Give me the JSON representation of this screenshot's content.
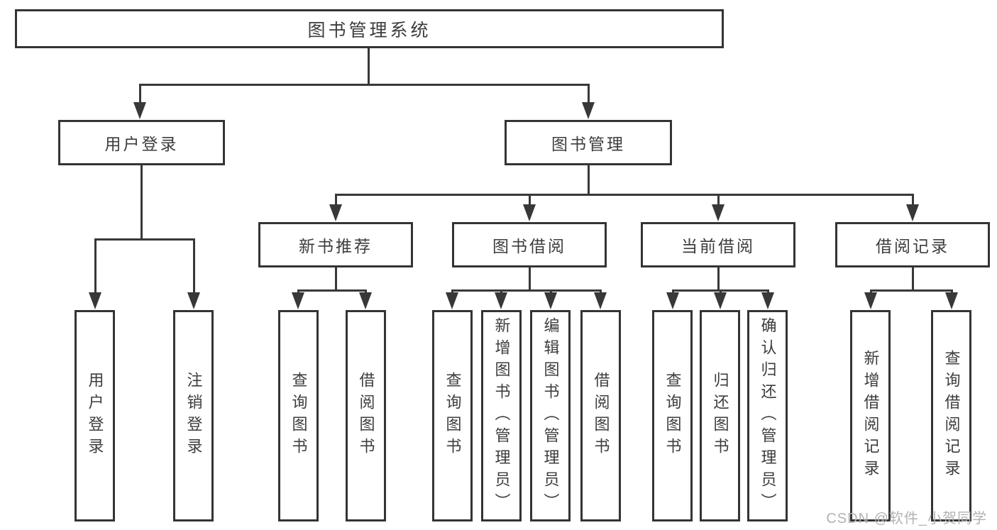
{
  "tree": {
    "label": "图书管理系统",
    "children": [
      {
        "label": "用户登录",
        "children": [
          {
            "label": "用户登录"
          },
          {
            "label": "注销登录"
          }
        ]
      },
      {
        "label": "图书管理",
        "children": [
          {
            "label": "新书推荐",
            "children": [
              {
                "label": "查询图书"
              },
              {
                "label": "借阅图书"
              }
            ]
          },
          {
            "label": "图书借阅",
            "children": [
              {
                "label": "查询图书"
              },
              {
                "label": "新增图书（管理员）"
              },
              {
                "label": "编辑图书（管理员）"
              },
              {
                "label": "借阅图书"
              }
            ]
          },
          {
            "label": "当前借阅",
            "children": [
              {
                "label": "查询图书"
              },
              {
                "label": "归还图书"
              },
              {
                "label": "确认归还（管理员）"
              }
            ]
          },
          {
            "label": "借阅记录",
            "children": [
              {
                "label": "新增借阅记录"
              },
              {
                "label": "查询借阅记录"
              }
            ]
          }
        ]
      }
    ]
  },
  "watermark": "CSDN @软件_小贺同学",
  "colors": {
    "line": "#383838",
    "box_border": "#343434",
    "text": "#3d3d3d",
    "watermark": "#b2b2b2",
    "background": "#ffffff"
  }
}
